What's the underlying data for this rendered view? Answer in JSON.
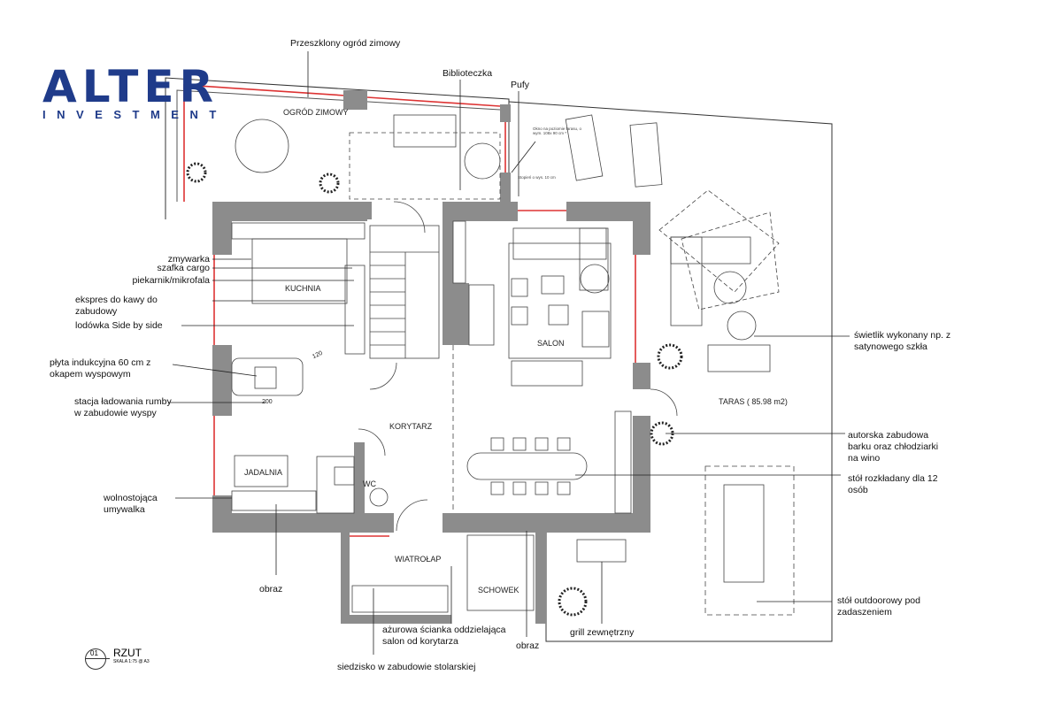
{
  "logo": {
    "word": "ALTER",
    "sub": "INVESTMENT"
  },
  "rooms": {
    "ogrod": "OGRÓD ZIMOWY",
    "kuchnia": "KUCHNIA",
    "salon": "SALON",
    "korytarz": "KORYTARZ",
    "jadalnia": "JADALNIA",
    "wc": "WC",
    "wiatrolap": "WIATROŁAP",
    "schowek": "SCHOWEK",
    "taras": "TARAS ( 85.98 m2)"
  },
  "labels": {
    "ogrod_top": "Przeszklony ogród zimowy",
    "biblioteczka": "Biblioteczka",
    "pufy": "Pufy",
    "okno": "Okno na poziomie tarasu, o wym. 108x 90 cm *",
    "stopien": "Stopień o wys. 10 cm",
    "zmywarka": "zmywarka",
    "szafka": "szafka cargo",
    "piekarnik": "piekarnik/mikrofala",
    "ekspres": "ekspres do kawy do zabudowy",
    "lodowka": "lodówka Side by side",
    "plyta": "płyta indukcyjna 60 cm z okapem wyspowym",
    "stacja": "stacja ładowania rumby w zabudowie wyspy",
    "umywalka": "wolnostojąca umywalka",
    "obraz1": "obraz",
    "swietlik": "świetlik wykonany np. z satynowego szkła",
    "barek": "autorska zabudowa barku oraz chłodziarki na wino",
    "stol": "stół rozkładany dla 12 osób",
    "outdoor": "stół outdoorowy pod zadaszeniem",
    "grill": "grill zewnętrzny",
    "obraz2": "obraz",
    "scianka": "ażurowa ścianka oddzielająca salon od korytarza",
    "siedzisko": "siedzisko w  zabudowie  stolarskiej"
  },
  "dims": {
    "d120": "120",
    "d200": "200"
  },
  "stamp": {
    "num": "01",
    "title": "RZUT",
    "scale": "SKALA 1:75 @ A3"
  }
}
